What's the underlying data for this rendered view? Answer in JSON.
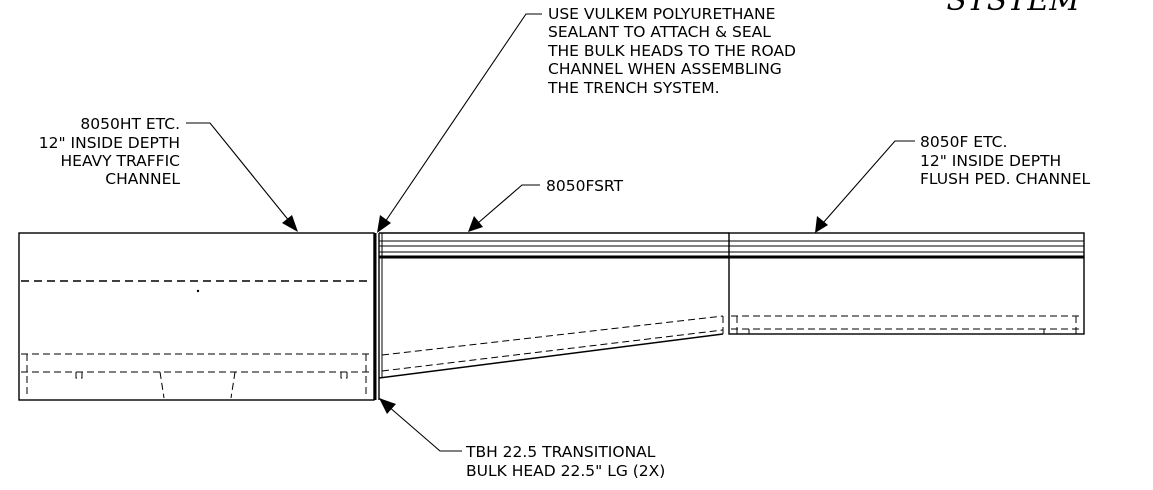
{
  "header": {
    "title_fragment": "SYSTEM"
  },
  "callouts": {
    "heavy_traffic": [
      "8050HT ETC.",
      "12\" INSIDE DEPTH",
      "HEAVY TRAFFIC",
      "CHANNEL"
    ],
    "sealant": [
      "USE VULKEM POLYURETHANE",
      "SEALANT TO ATTACH & SEAL",
      "THE BULK HEADS TO THE ROAD",
      "CHANNEL WHEN ASSEMBLING",
      "THE TRENCH SYSTEM."
    ],
    "fsrt": [
      "8050FSRT"
    ],
    "flush_ped": [
      "8050F ETC.",
      "12\" INSIDE DEPTH",
      "FLUSH PED. CHANNEL"
    ],
    "bulk_head": [
      "TBH 22.5 TRANSITIONAL",
      "BULK HEAD 22.5\" LG (2X)"
    ]
  }
}
